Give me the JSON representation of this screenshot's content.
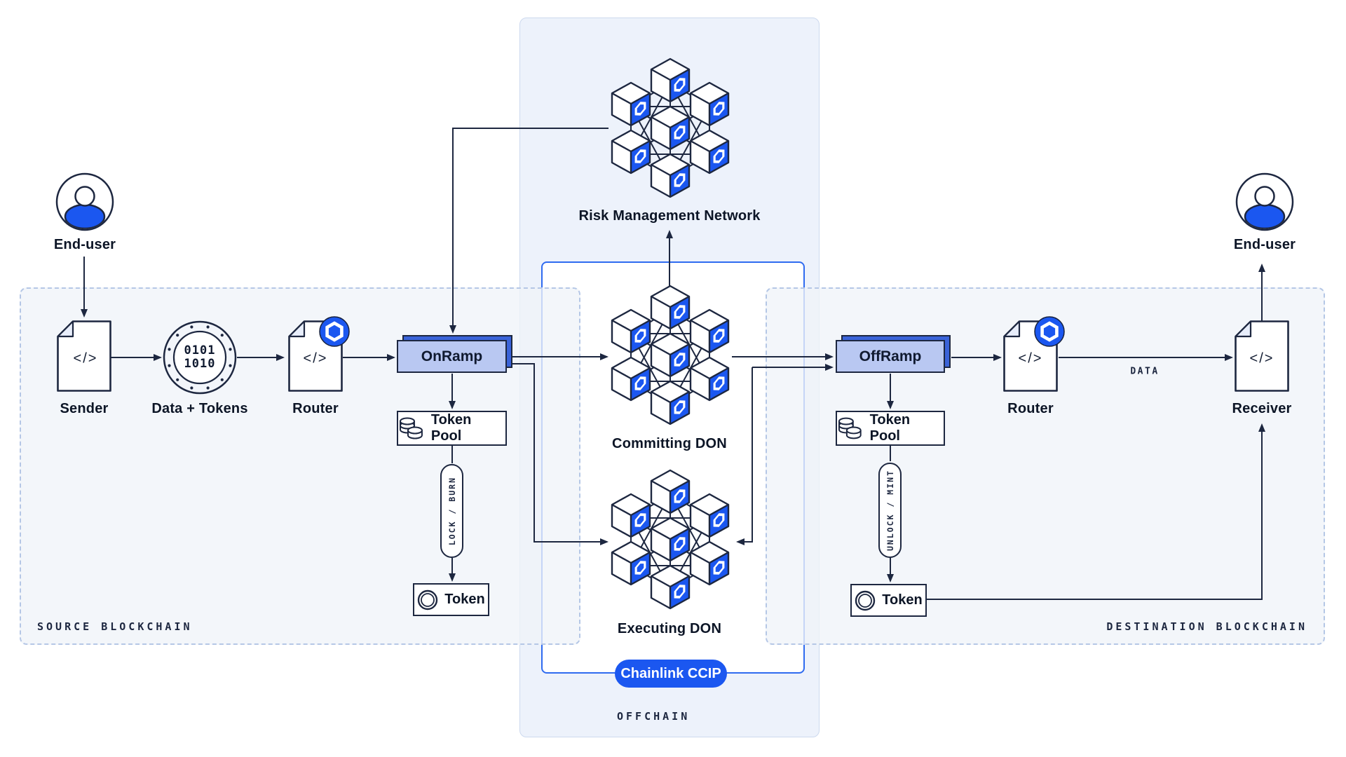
{
  "zones": {
    "source_label": "SOURCE BLOCKCHAIN",
    "destination_label": "DESTINATION BLOCKCHAIN",
    "offchain_label": "OFFCHAIN",
    "ccip_badge": "Chainlink CCIP"
  },
  "nodes": {
    "end_user_left": "End-user",
    "sender": "Sender",
    "data_tokens": "Data + Tokens",
    "router_left": "Router",
    "onramp": "OnRamp",
    "token_pool_left": "Token Pool",
    "lock_burn": "LOCK / BURN",
    "token_left": "Token",
    "risk_management": "Risk Management Network",
    "committing_don": "Committing DON",
    "executing_don": "Executing DON",
    "offramp": "OffRamp",
    "token_pool_right": "Token Pool",
    "unlock_mint": "UNLOCK / MINT",
    "token_right": "Token",
    "router_right": "Router",
    "receiver": "Receiver",
    "end_user_right": "End-user"
  },
  "glyphs": {
    "code": "</>",
    "binary_line1": "0101",
    "binary_line2": "1010"
  },
  "edges": {
    "data_label": "DATA"
  },
  "icons": {
    "avatar": "user-avatar-icon",
    "document_code": "code-document-icon",
    "coin_binary": "binary-coin-icon",
    "chainlink_badge": "chainlink-hexagon-icon",
    "coins_stack": "token-pool-coins-icon",
    "token_coin": "token-coin-icon",
    "cube_cluster": "chainlink-node-cube"
  },
  "colors": {
    "accent_blue": "#1b57f0",
    "ramp_back_blue": "#3a63d9",
    "ramp_front_fill": "#b9c8f2",
    "outline_navy": "#1d2740",
    "offchain_panel": "#edf2fb",
    "chain_panel": "#f0f3f8",
    "ccip_box_border": "#2f6bf0"
  }
}
